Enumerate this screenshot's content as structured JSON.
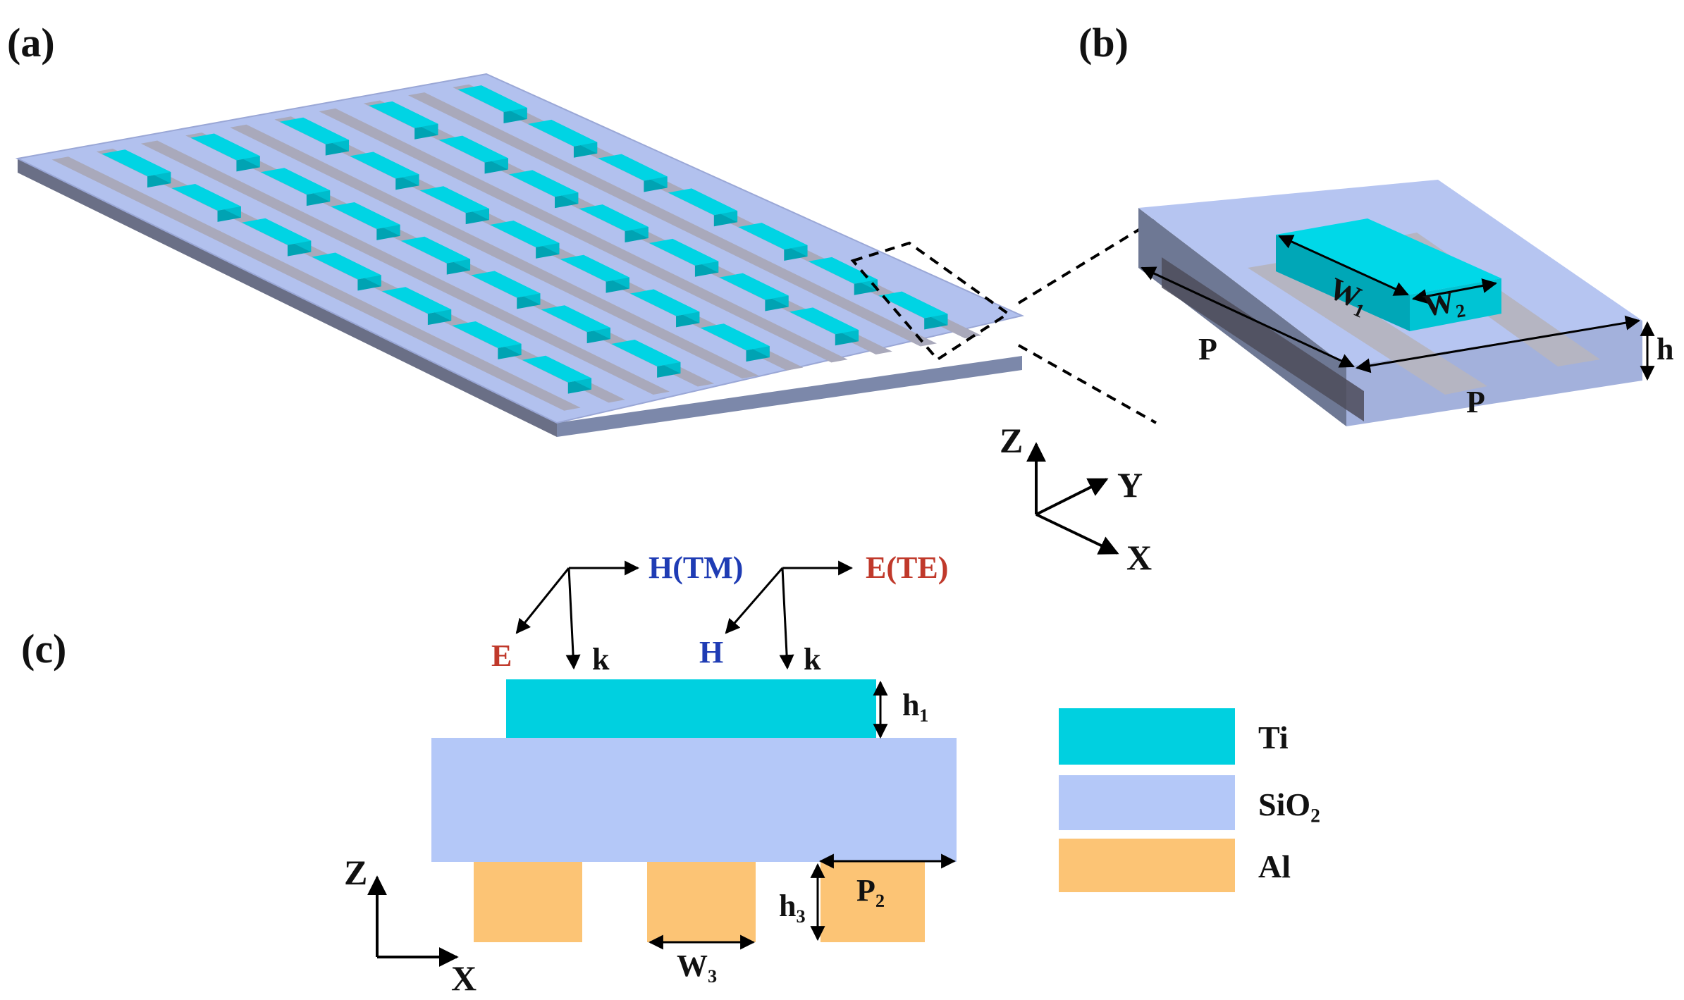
{
  "panels": {
    "a": "(a)",
    "b": "(b)",
    "c": "(c)"
  },
  "panel_b": {
    "w1": "W₁",
    "w2": "W₂",
    "p_left": "P",
    "p_right": "P",
    "h": "h"
  },
  "axes_3d": {
    "z": "Z",
    "y": "Y",
    "x": "X"
  },
  "panel_c": {
    "wave_tm": {
      "e": "E",
      "k": "k",
      "h": "H(TM)"
    },
    "wave_te": {
      "h": "H",
      "k": "k",
      "e": "E(TE)"
    },
    "h1": "h₁",
    "h3": "h₃",
    "p2": "P₂",
    "w3": "W₃",
    "axis_z": "Z",
    "axis_x": "X"
  },
  "legend": [
    {
      "label": "Ti",
      "color": "#00d0e0"
    },
    {
      "label": "SiO₂",
      "color": "#b4c8f8"
    },
    {
      "label": "Al",
      "color": "#fcc475"
    }
  ],
  "colors": {
    "ti": "#00d0e0",
    "sio2": "#b4c8f8",
    "al": "#fcc475",
    "wave_e": "#c0392b",
    "wave_h": "#1f3cb4"
  }
}
